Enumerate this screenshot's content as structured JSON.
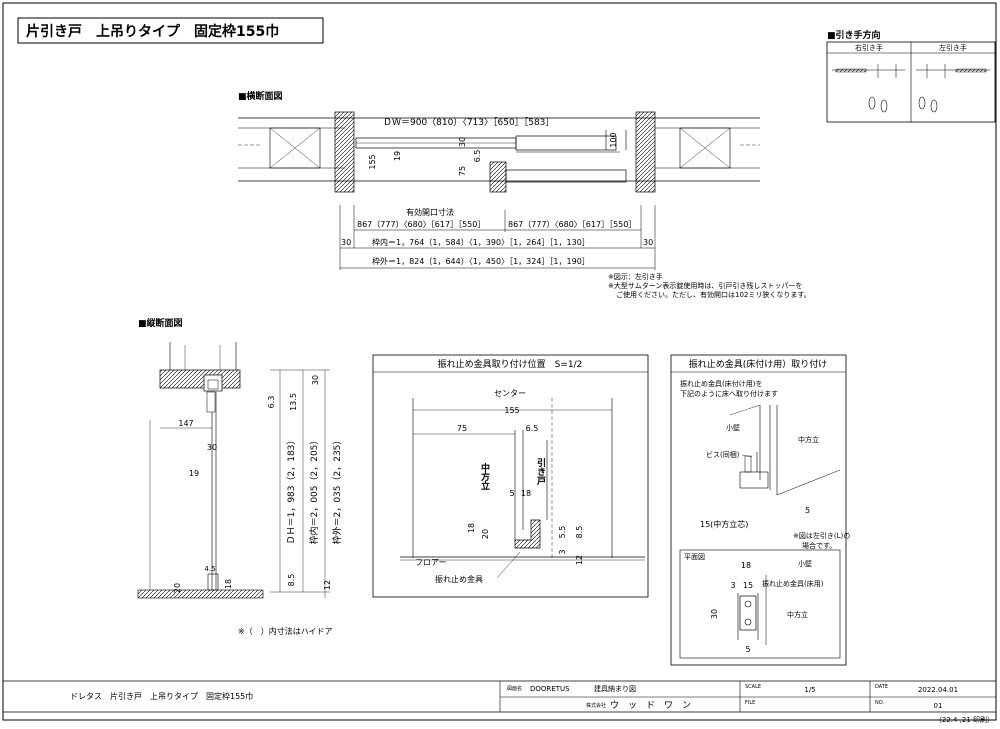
{
  "title": "片引き戸　上吊りタイプ　固定枠155巾",
  "pull": {
    "heading": "■引き手方向",
    "right": "右引き手",
    "left": "左引き手"
  },
  "cross": {
    "heading": "■横断面図",
    "dw": "ＤＷ＝900（810）〈713〉［650］［583］",
    "d155": "155",
    "d30a": "30",
    "d6_5": "6.5",
    "d19": "19",
    "d75": "75",
    "d100": "100",
    "eff_label": "有効開口寸法",
    "eff_left": "867（777）〈680〉［617］［550］",
    "eff_right": "867（777）〈680〉［617］［550］",
    "e30_l1": "30",
    "e30_r1": "30",
    "inner": "枠内＝1，764（1，584）〈1，390〉［1，264］［1，130］",
    "outer": "枠外＝1，824（1，644）〈1，450〉［1，324］［1，190］",
    "note1": "※図示：左引き手",
    "note2": "※大型サムターン表示錠使用時は、引戸引き残しストッパーを",
    "note3": "ご使用ください。ただし、有効開口は102ミリ狭くなります。"
  },
  "vert": {
    "heading": "■縦断面図",
    "d147": "147",
    "d30": "30",
    "d19": "19",
    "d4_5": "4.5",
    "d20": "20",
    "d18": "18",
    "d6_3": "6.3",
    "d13_5": "13.5",
    "d8_5": "8.5",
    "dh": "ＤＨ＝1，983（2，183）",
    "inner": "枠内＝2，005（2，205）",
    "outer": "枠外＝2，035（2，235）",
    "d30top": "30",
    "d12": "12",
    "note": "※（　）内寸法はハイドア"
  },
  "box1": {
    "title": "振れ止め金具取り付け位置　S=1/2",
    "center": "センター",
    "d155": "155",
    "d75": "75",
    "d6_5": "6.5",
    "post": "中方立",
    "door": "引き戸",
    "d5": "5",
    "d18a": "18",
    "d18b": "18",
    "d20": "20",
    "d5_5": "5.5",
    "d8_5": "8.5",
    "d3": "3",
    "d12": "12",
    "floor": "フロアー",
    "fitting": "振れ止め金具"
  },
  "box2": {
    "title": "振れ止め金具(床付け用）取り付け",
    "intro1": "振れ止め金具(床付け用)を",
    "intro2": "下記のように床へ取り付けます",
    "wall": "小壁",
    "post": "中方立",
    "screw": "ビス(同梱)",
    "d5": "5",
    "d15": "15(中方立芯)",
    "note1": "※図は左引き(L)の",
    "note2": "場合です。",
    "plan": "平面図",
    "p18": "18",
    "p3": "3",
    "p15": "15",
    "pfit": "振れ止め金具(床用)",
    "pwall": "小壁",
    "p30": "30",
    "ppost": "中方立",
    "p5": "5"
  },
  "footer": {
    "product": "ドレタス　片引き戸　上吊りタイプ　固定枠155巾",
    "drawing_no_label": "図面名",
    "brand": "DOORETUS",
    "drawing_name": "建具納まり図",
    "company_label": "株式会社",
    "company": "ウ　ッ　ド　ワ　ン",
    "scale_label": "SCALE",
    "scale": "1/5",
    "file_label": "FILE",
    "date_label": "DATE",
    "date": "2022.04.01",
    "no_label": "NO.",
    "no": "01",
    "print": "（22.4 ,21 印刷）"
  }
}
